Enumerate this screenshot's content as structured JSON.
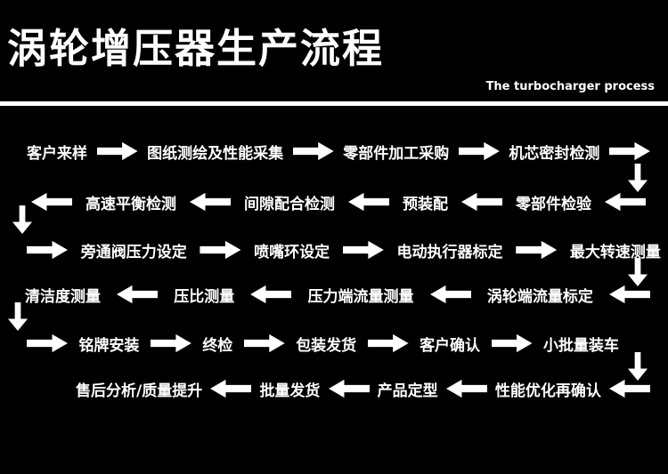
{
  "header": {
    "title": "涡轮增压器生产流程",
    "subtitle": "The turbocharger process"
  },
  "colors": {
    "background": "#000000",
    "text": "#ffffff",
    "arrows": "#ffffff"
  },
  "icons": {
    "arrow_right": "right-block-arrow",
    "arrow_left": "left-block-arrow",
    "arrow_down": "down-block-arrow"
  },
  "rows": [
    {
      "direction": "right",
      "steps": [
        "客户来样",
        "图纸测绘及性能采集",
        "零部件加工采购",
        "机芯密封检测"
      ]
    },
    {
      "direction": "left",
      "steps": [
        "高速平衡检测",
        "间隙配合检测",
        "预装配",
        "零部件检验"
      ]
    },
    {
      "direction": "right",
      "steps": [
        "旁通阀压力设定",
        "喷嘴环设定",
        "电动执行器标定",
        "最大转速测量"
      ]
    },
    {
      "direction": "left",
      "steps": [
        "清洁度测量",
        "压比测量",
        "压力端流量测量",
        "涡轮端流量标定"
      ]
    },
    {
      "direction": "right",
      "steps": [
        "铭牌安装",
        "终检",
        "包装发货",
        "客户确认",
        "小批量装车"
      ]
    },
    {
      "direction": "left",
      "steps": [
        "售后分析/质量提升",
        "批量发货",
        "产品定型",
        "性能优化再确认"
      ]
    }
  ]
}
